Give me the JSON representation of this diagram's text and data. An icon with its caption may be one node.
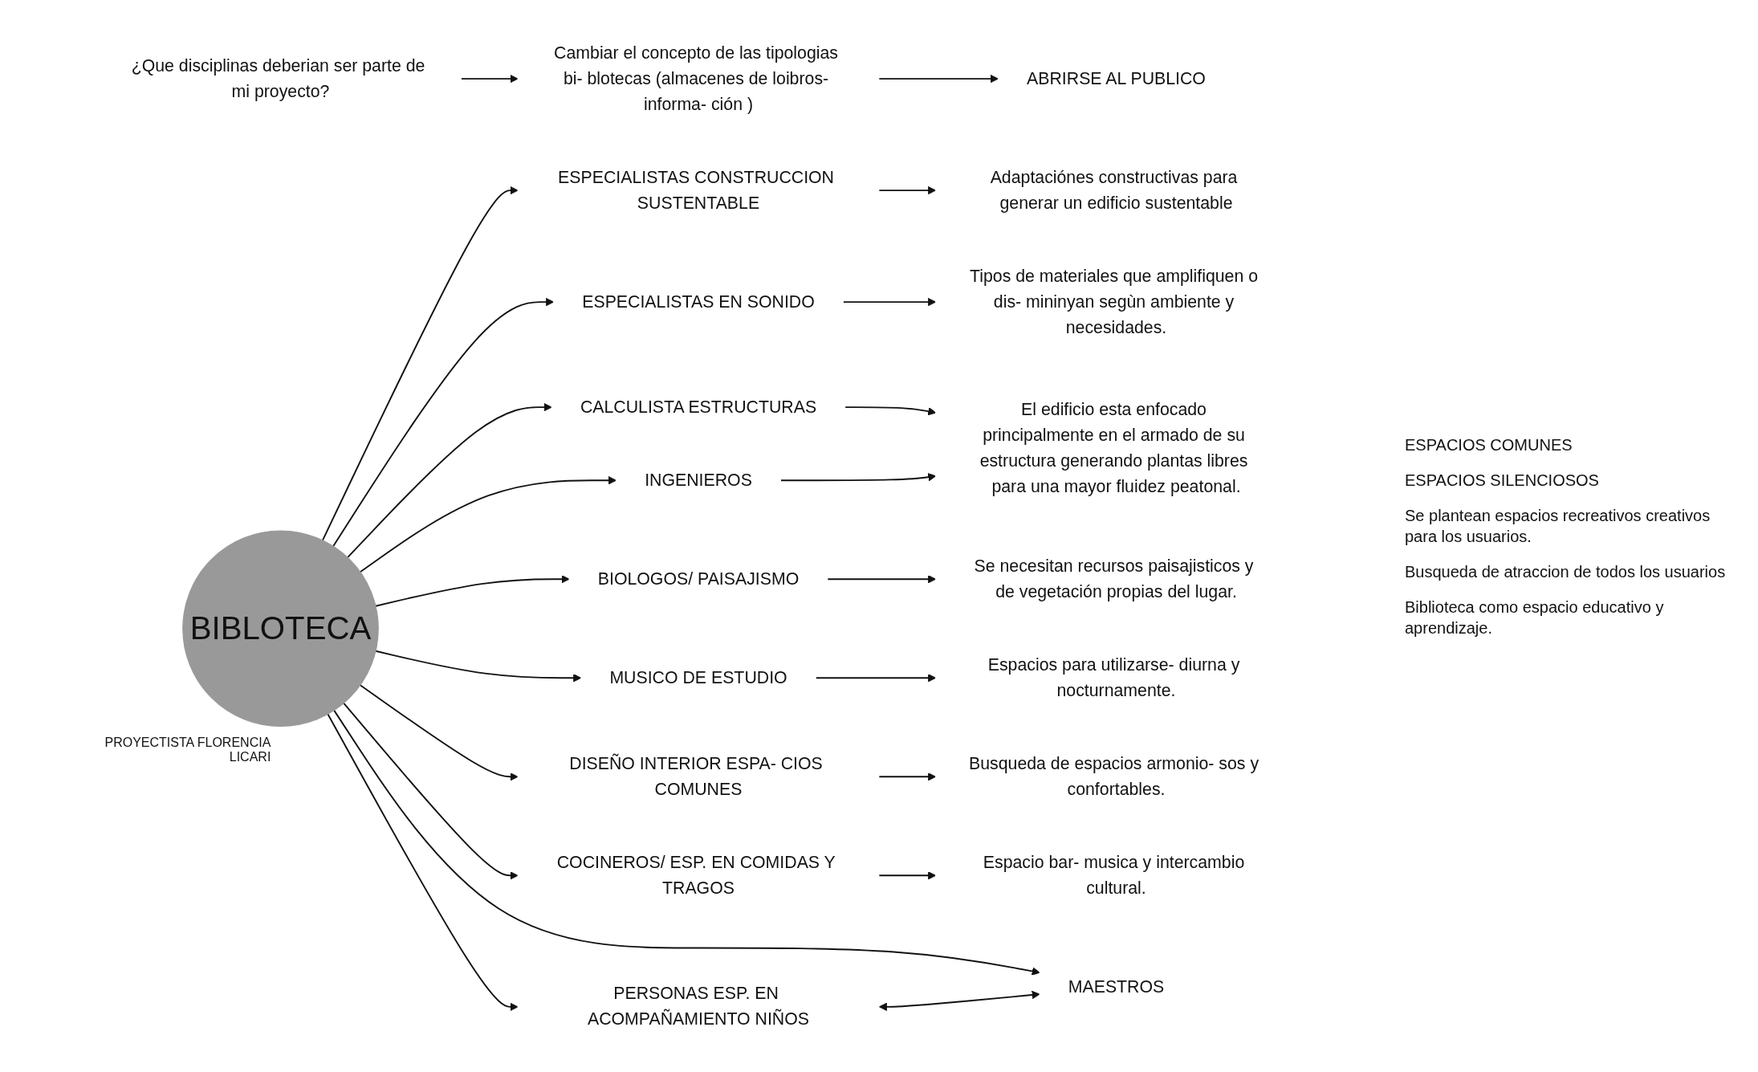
{
  "diagram": {
    "nodes": [
      {
        "text": [
          "¿Que disciplinas deberian ser parte de mi proyecto?"
        ]
      },
      {
        "text": [
          "Cambiar el concepto de las tipologias bi- blotecas (almacenes de loibros- informa- ción )"
        ]
      },
      {
        "text": [
          "ABRIRSE AL PUBLICO"
        ]
      },
      {
        "text": [
          "BIBLOTECA"
        ],
        "beside": [
          "PROYECTISTA FLORENCIA LICARI"
        ]
      },
      {
        "text": [
          "ESPECIALISTAS CONSTRUCCION SUSTENTABLE"
        ]
      },
      {
        "text": [
          "Adaptaciónes constructivas para generar un edificio sustentable"
        ]
      },
      {
        "text": [
          "ESPECIALISTAS EN SONIDO"
        ]
      },
      {
        "text": [
          "Tipos de materiales que amplifiquen o dis- mininyan segùn ambiente y necesidades."
        ]
      },
      {
        "text": [
          "CALCULISTA ESTRUCTURAS"
        ]
      },
      {
        "text": [
          "El edificio esta enfocado principalmente en el armado de su estructura generando plantas libres para una mayor fluidez peatonal."
        ]
      },
      {
        "text": [
          "INGENIEROS"
        ]
      },
      {
        "text": [
          "BIOLOGOS/ PAISAJISMO"
        ]
      },
      {
        "text": [
          "Se necesitan recursos paisajisticos y de vegetación propias del lugar."
        ]
      },
      {
        "text": [
          "MUSICO DE ESTUDIO"
        ]
      },
      {
        "text": [
          "Espacios para utilizarse- diurna y nocturnamente."
        ]
      },
      {
        "text": [
          "DISEÑO INTERIOR ESPA- CIOS COMUNES"
        ]
      },
      {
        "text": [
          "Busqueda de espacios armonio- sos y confortables."
        ]
      },
      {
        "text": [
          "COCINEROS/ ESP. EN COMIDAS Y TRAGOS"
        ]
      },
      {
        "text": [
          "Espacio bar- musica y intercambio cultural."
        ]
      },
      {
        "text": [
          "PERSONAS ESP. EN ACOMPAÑAMIENTO NIÑOS"
        ]
      },
      {
        "text": [
          "MAESTROS"
        ]
      }
    ],
    "edges": [
      {
        "from": 0,
        "to": 1,
        "arrow": "to"
      },
      {
        "from": 1,
        "to": 2,
        "arrow": "to"
      },
      {
        "from": 3,
        "to": 4,
        "arrow": "to"
      },
      {
        "from": 3,
        "to": 6,
        "arrow": "to"
      },
      {
        "from": 3,
        "to": 8,
        "arrow": "to"
      },
      {
        "from": 3,
        "to": 10,
        "arrow": "to"
      },
      {
        "from": 3,
        "to": 11,
        "arrow": "to"
      },
      {
        "from": 3,
        "to": 13,
        "arrow": "to"
      },
      {
        "from": 3,
        "to": 15,
        "arrow": "to"
      },
      {
        "from": 3,
        "to": 17,
        "arrow": "to"
      },
      {
        "from": 3,
        "to": 19,
        "arrow": "to"
      },
      {
        "from": 3,
        "to": 20,
        "arrow": "to"
      },
      {
        "from": 4,
        "to": 5,
        "arrow": "to"
      },
      {
        "from": 6,
        "to": 7,
        "arrow": "to"
      },
      {
        "from": 8,
        "to": 9,
        "arrow": "to"
      },
      {
        "from": 10,
        "to": 9,
        "arrow": "to"
      },
      {
        "from": 11,
        "to": 12,
        "arrow": "to"
      },
      {
        "from": 13,
        "to": 14,
        "arrow": "to"
      },
      {
        "from": 15,
        "to": 16,
        "arrow": "to"
      },
      {
        "from": 17,
        "to": 18,
        "arrow": "to"
      },
      {
        "from": 19,
        "to": 20,
        "arrow": "both"
      }
    ],
    "labels": [
      "ESPACIOS COMUNES",
      "ESPACIOS SILENCIOSOS",
      "Se plantean espacios recreativos creativos para los usuarios.",
      "Busqueda de atraccion de todos los usuarios",
      "Biblioteca como espacio educativo y aprendizaje."
    ]
  }
}
